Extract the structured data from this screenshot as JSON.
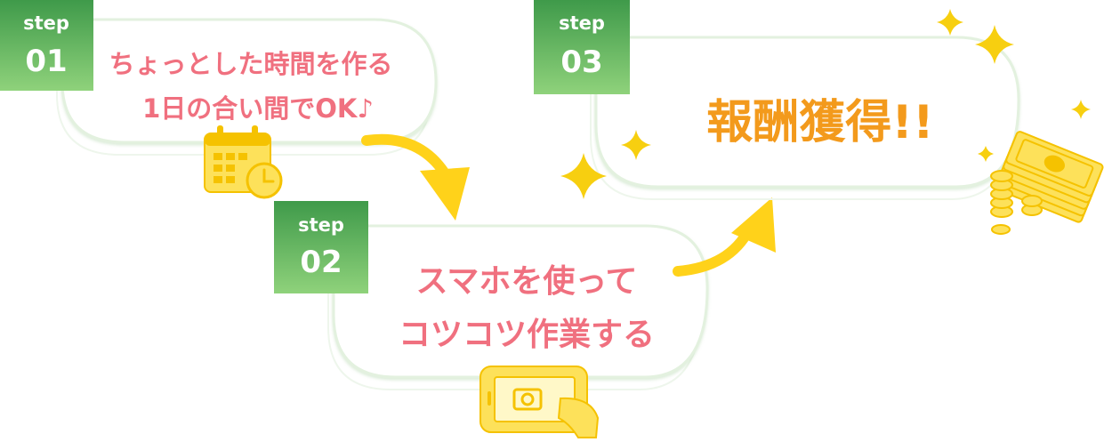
{
  "steps": [
    {
      "badge_word": "step",
      "badge_number": "01",
      "line1": "ちょっとした時間を作る",
      "line2": "1日の合い間でOK♪",
      "icon": "calendar-clock-icon"
    },
    {
      "badge_word": "step",
      "badge_number": "02",
      "line1": "スマホを使って",
      "line2": "コツコツ作業する",
      "icon": "smartphone-camera-icon"
    },
    {
      "badge_word": "step",
      "badge_number": "03",
      "line1": "報酬獲得!!",
      "icon": "money-stack-icon"
    }
  ],
  "colors": {
    "badge_green_top": "#3f9a4a",
    "badge_green_bottom": "#8fd27b",
    "text_pink": "#f0707f",
    "text_orange": "#f39a1c",
    "icon_yellow": "#fde15a",
    "arrow_yellow": "#ffd21a",
    "card_border": "#e3f1df"
  }
}
